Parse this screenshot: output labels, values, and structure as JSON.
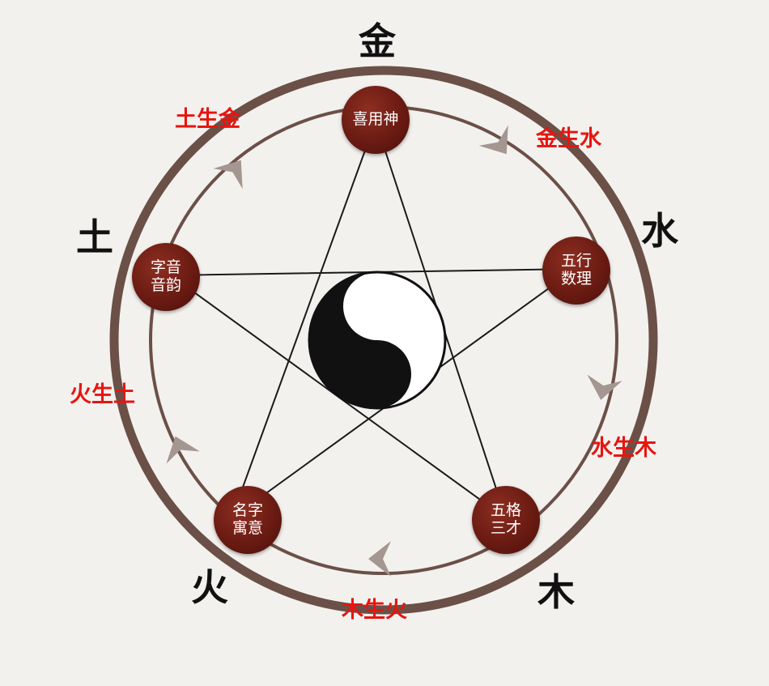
{
  "elements": {
    "metal": "金",
    "water": "水",
    "wood": "木",
    "fire": "火",
    "earth": "土"
  },
  "cycle_labels": {
    "earth_metal": "土生金",
    "metal_water": "金生水",
    "water_wood": "水生木",
    "wood_fire": "木生火",
    "fire_earth": "火生土"
  },
  "nodes": {
    "top": [
      "喜用神"
    ],
    "right": [
      "五行",
      "数理"
    ],
    "bottom_right": [
      "五格",
      "三才"
    ],
    "bottom_left": [
      "名字",
      "寓意"
    ],
    "left": [
      "字音",
      "音韵"
    ]
  },
  "colors": {
    "background": "#f3f1ee",
    "ring": "#6b5048",
    "node_fill": "#6a1b12",
    "cycle_text": "#e8140f",
    "arrow": "#a49690",
    "element_text": "#111111"
  }
}
